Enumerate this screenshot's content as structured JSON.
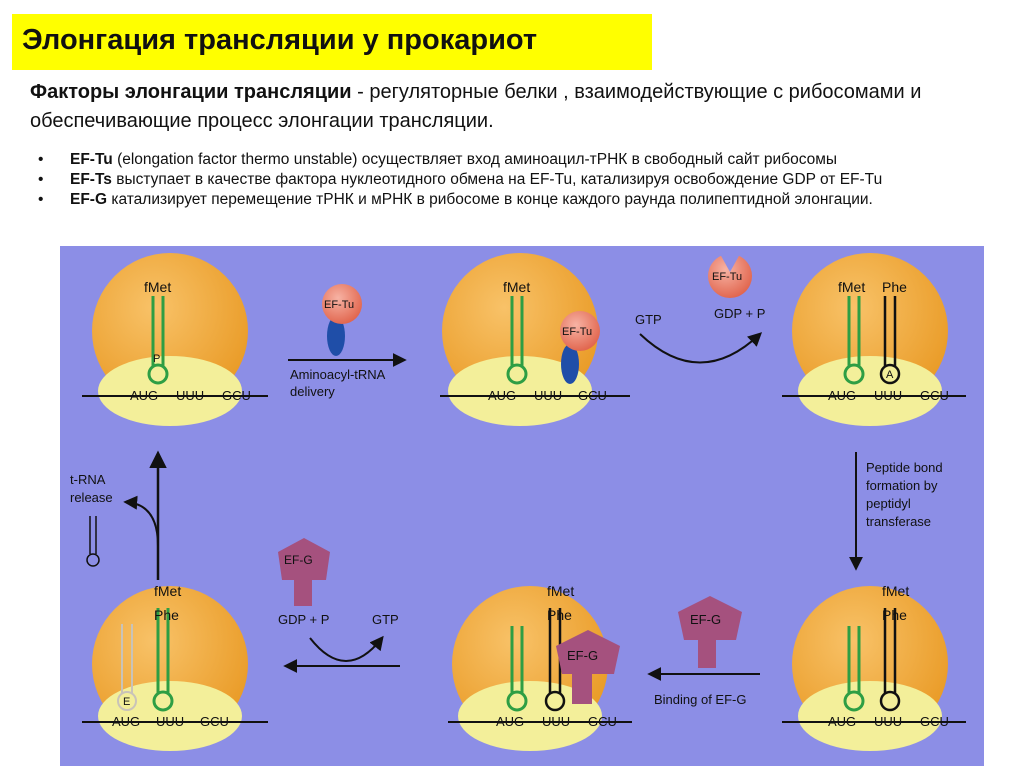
{
  "header": {
    "title": "Элонгация трансляции у прокариот"
  },
  "intro": {
    "term": "Факторы элонгации трансляции",
    "text": " - регуляторные белки , взаимодействующие с рибосомами и обеспечивающие процесс элонгации трансляции."
  },
  "bullets": [
    {
      "term": "EF-Tu",
      "text": " (elongation factor thermo unstable) осуществляет вход аминоацил-тРНК в свободный сайт рибосомы"
    },
    {
      "term": "EF-Ts",
      "text": " выступает в качестве фактора нуклеотидного обмена на EF-Tu, катализируя освобождение GDP от EF-Tu"
    },
    {
      "term": "EF-G",
      "text": " катализирует перемещение тРНК и мРНК в рибосоме в конце каждого раунда полипептидной элонгации."
    }
  ],
  "diagram": {
    "colors": {
      "background": "#8c8ee6",
      "ribosome_large": "#f0a735",
      "ribosome_small": "#f3ef9a",
      "trna_green": "#2e9e44",
      "eftu": "#e9745d",
      "efg": "#a5517e"
    },
    "labels": {
      "fmet": "fMet",
      "phe": "Phe",
      "p_site": "P",
      "a_site": "A",
      "e_site": "E",
      "aug": "AUG",
      "uuu": "UUU",
      "gcu": "GCU",
      "eftu": "EF-Tu",
      "efg": "EF-G",
      "gtp": "GTP",
      "gdp_p": "GDP + P"
    },
    "steps": {
      "delivery_line1": "Aminoacyl-tRNA",
      "delivery_line2": "delivery",
      "peptide_line1": "Peptide bond",
      "peptide_line2": "formation by",
      "peptide_line3": "peptidyl",
      "peptide_line4": "transferase",
      "binding": "Binding of EF-G",
      "release_line1": "t-RNA",
      "release_line2": "release"
    }
  }
}
